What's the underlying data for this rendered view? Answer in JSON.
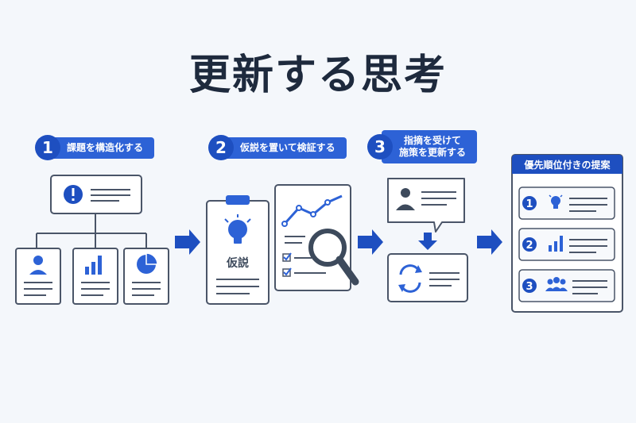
{
  "title": "更新する思考",
  "steps": [
    {
      "num": "1",
      "label": "課題を構造化する"
    },
    {
      "num": "2",
      "label": "仮説を置いて検証する"
    },
    {
      "num": "3",
      "label": "指摘を受けて\n施策を更新する"
    }
  ],
  "hypothesis_label": "仮説",
  "priority_panel": {
    "title": "優先順位付きの提案",
    "items": [
      {
        "num": "1",
        "icon": "lightbulb-icon"
      },
      {
        "num": "2",
        "icon": "bar-chart-icon"
      },
      {
        "num": "3",
        "icon": "people-icon"
      }
    ]
  },
  "colors": {
    "accent": "#1e4fc0",
    "ink": "#3d4a5c",
    "line": "#4a5568"
  }
}
